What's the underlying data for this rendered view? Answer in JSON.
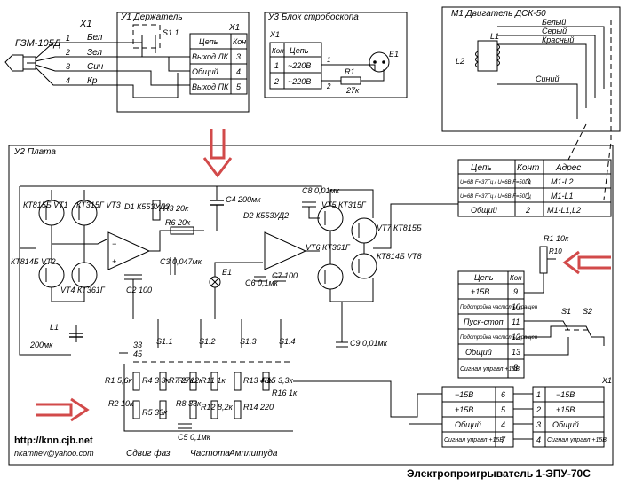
{
  "title": "Электропроигрыватель 1-ЭПУ-70С",
  "footer": {
    "url": "http://knn.cjb.net",
    "email": "nkamnev@yahoo.com"
  },
  "x1_top": {
    "head": "ГЗМ-105Д",
    "conn": "X1",
    "wires": [
      "Бел",
      "Зел",
      "Син",
      "Кр"
    ],
    "pins": [
      "1",
      "2",
      "3",
      "4"
    ]
  },
  "u1": {
    "title": "У1 Держатель",
    "conn": "X1",
    "switch": "S1.1",
    "head_cep": "Цепь",
    "head_kon": "Кон",
    "rows": [
      {
        "cep": "Выход ЛК",
        "kon": "3"
      },
      {
        "cep": "Общий",
        "kon": "4"
      },
      {
        "cep": "Выход ПК",
        "kon": "5"
      }
    ]
  },
  "u3": {
    "title": "У3 Блок стробоскопа",
    "conn": "X1",
    "head_kon": "Кон",
    "head_cep": "Цепь",
    "rows": [
      {
        "kon": "1",
        "cep": "~220В"
      },
      {
        "kon": "2",
        "cep": "~220В"
      }
    ],
    "e1": "E1",
    "r1": "R1",
    "r1_val": "27к",
    "n1": "1",
    "n2": "2"
  },
  "m1": {
    "title": "М1 Двигатель ДСК-50",
    "l1": "L1",
    "l2": "L2",
    "wires": [
      "Белый",
      "Серый",
      "Красный",
      "Синий"
    ]
  },
  "u2": {
    "title": "У2 Плата",
    "power_table": {
      "head_cep": "Цепь",
      "head_kont": "Конт",
      "head_adr": "Адрес",
      "rows": [
        {
          "cep": "U=6В F=37Гц / U=6В F=50Гц",
          "kont": "3",
          "adr": "М1-L2"
        },
        {
          "cep": "U=6В F=37Гц / U=6В F=50Гц",
          "kont": "1",
          "adr": "М1-L1"
        },
        {
          "cep": "Общий",
          "kont": "2",
          "adr": "М1-L1,L2"
        }
      ]
    },
    "ctrl_table": {
      "head_cep": "Цепь",
      "head_kon": "Кон",
      "rows": [
        {
          "cep": "+15В",
          "kon": "9"
        },
        {
          "cep": "Подстройка частоты вращен",
          "kon": "10"
        },
        {
          "cep": "Пуск-стоп",
          "kon": "11"
        },
        {
          "cep": "Подстройка частоты вращен",
          "kon": "12"
        },
        {
          "cep": "Общий",
          "kon": "13"
        },
        {
          "cep": "Сигнал управл +15В",
          "kon": "8"
        }
      ]
    },
    "left_table": {
      "rows": [
        {
          "cep": "−15В",
          "kon": "6"
        },
        {
          "cep": "+15В",
          "kon": "5"
        },
        {
          "cep": "Общий",
          "kon": "4"
        },
        {
          "cep": "Сигнал управл +15В",
          "kon": "7"
        }
      ]
    },
    "x1_table": {
      "conn": "X1",
      "rows": [
        {
          "kon": "1",
          "cep": "−15В"
        },
        {
          "kon": "2",
          "cep": "+15В"
        },
        {
          "kon": "3",
          "cep": "Общий"
        },
        {
          "kon": "4",
          "cep": "Сигнал управл +15В"
        }
      ]
    },
    "components": {
      "vt1": "КТ815Б VT1",
      "vt3": "КТ315Г VT3",
      "vt2": "КТ814Б VT2",
      "vt4": "VT4 КТ361Г",
      "d1": "D1 К553УД2",
      "r3": "R3 20к",
      "r6": "R6 20к",
      "c4": "C4 200мк",
      "c3": "C3 0,047мк",
      "c2": "C2 100",
      "e1": "E1",
      "d2": "D2 К553УД2",
      "c8": "C8 0,01мк",
      "vt5": "VT5 КТ315Г",
      "vt7": "VT7 КТ815Б",
      "vt6": "VT6 КТ361Г",
      "vt8": "КТ814Б VT8",
      "c6": "C6 0,1мк",
      "c7": "C7 100",
      "l1": "L1",
      "c1": "200мк",
      "c9": "C9 0,01мк",
      "r1_10k": "R1 10к",
      "r10": "R10",
      "s1": "S1",
      "s2": "S2"
    },
    "switches": [
      "S1.1",
      "S1.2",
      "S1.3",
      "S1.4"
    ],
    "speeds": [
      "33",
      "45"
    ],
    "resistors": {
      "r1": "R1 5,6к",
      "r2": "R2 10к",
      "r4": "R4 3,3к",
      "r7": "R7 27к",
      "r5": "R5 33к",
      "r9": "R9 12к",
      "r8": "R8 33к",
      "r11": "R11 1к",
      "r12": "R12 8,2к",
      "r13": "R13 43к",
      "r15": "R15 3,3к",
      "r16": "R16 1к",
      "r14": "R14 220",
      "c5": "C5 0,1мк"
    },
    "bottom_labels": [
      "Сдвиг фаз",
      "Частота",
      "Амплитуда"
    ]
  }
}
